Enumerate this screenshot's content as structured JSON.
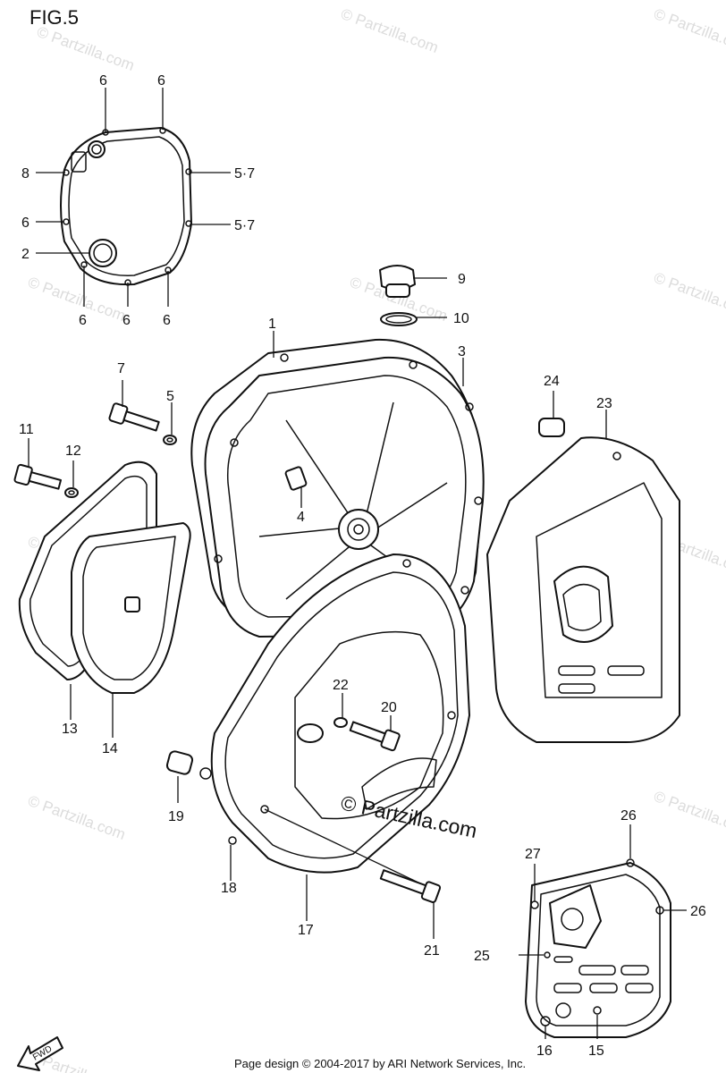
{
  "figure_title": "FIG.5",
  "watermark_text": "© Partzilla.com",
  "center_watermark": "© Partzilla.com",
  "footer": "Page design © 2004-2017 by ARI Network Services, Inc.",
  "fwd_label": "FWD",
  "callouts": [
    "1",
    "2",
    "3",
    "4",
    "5",
    "5·7",
    "5·7",
    "6",
    "6",
    "6",
    "6",
    "6",
    "6",
    "7",
    "8",
    "9",
    "10",
    "11",
    "12",
    "13",
    "14",
    "15",
    "16",
    "17",
    "18",
    "19",
    "20",
    "21",
    "22",
    "23",
    "24",
    "25",
    "26",
    "26",
    "27"
  ]
}
